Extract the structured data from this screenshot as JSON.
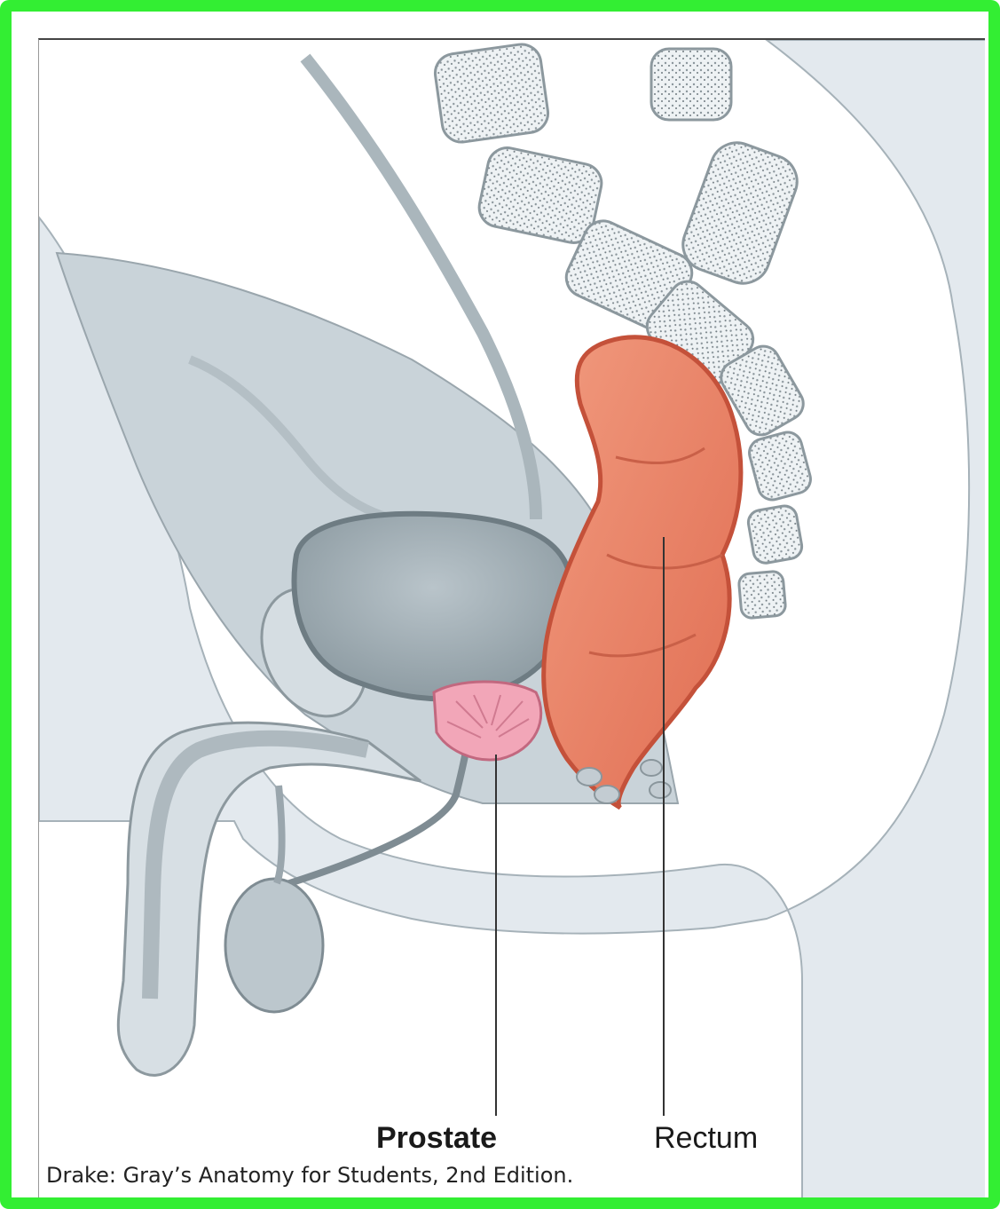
{
  "figure": {
    "labels": {
      "prostate": "Prostate",
      "rectum": "Rectum"
    },
    "caption": {
      "line1": "Drake: Gray’s Anatomy for Students, 2nd Edition."
    },
    "colors": {
      "frame": "#33ee33",
      "tissue": "#dfe6ec",
      "rectum": "#e8846a",
      "prostate": "#f2a6b8"
    }
  }
}
